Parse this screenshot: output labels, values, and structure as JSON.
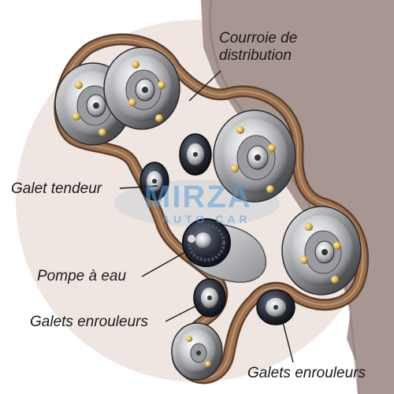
{
  "labels": {
    "courroie": [
      "Courroie de",
      "distribution"
    ],
    "galet_tendeur": "Galet tendeur",
    "pompe": "Pompe à eau",
    "galets_enrouleurs_left": "Galets enrouleurs",
    "galets_enrouleurs_bottom": "Galets enrouleurs"
  },
  "watermark": {
    "main": "MIRZA",
    "sub": "AUTO CAR"
  },
  "colors": {
    "background_disc": "#ece3df",
    "engine_block": "#a89693",
    "belt": "#8b6446",
    "metal": "#d6d6d8",
    "bolt": "#d8b34a",
    "watermark": "#5aa0d8"
  },
  "icons": {
    "pulley": "camshaft-pulley-icon",
    "idler": "idler-roller-icon",
    "pump": "water-pump-icon"
  }
}
